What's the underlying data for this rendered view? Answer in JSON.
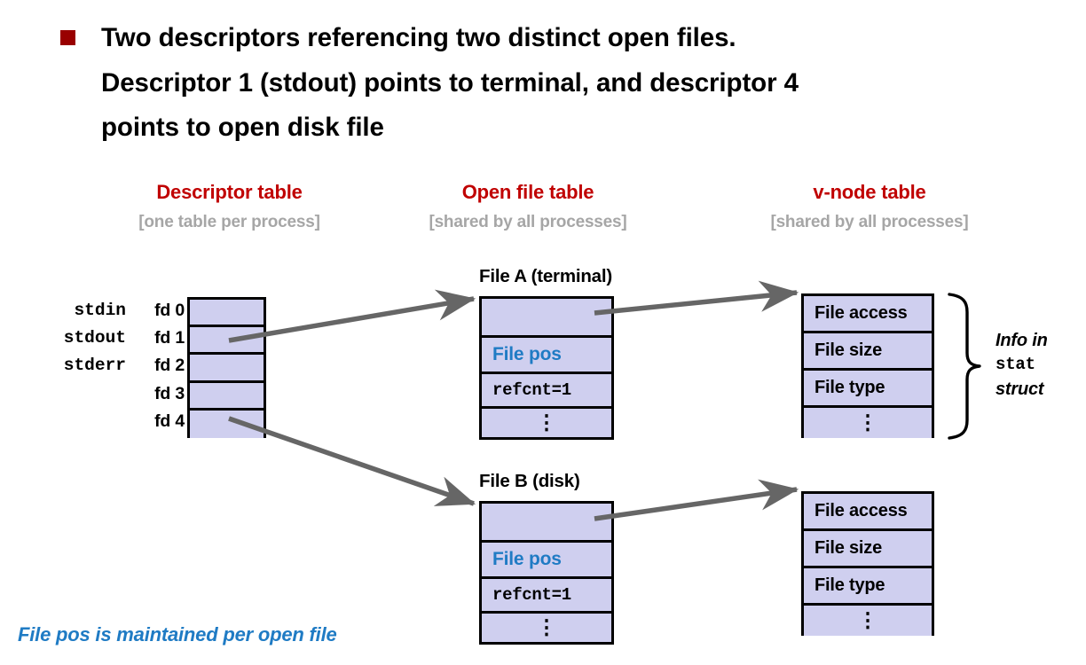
{
  "slide": {
    "bullet_color": "#990000",
    "title": "Two descriptors referencing two distinct open files.\nDescriptor 1 (stdout) points to terminal, and descriptor 4\npoints to open disk file",
    "bottom_note": "File pos is maintained per open file",
    "bottom_note_color": "#1F7BC4"
  },
  "headings": {
    "descriptor": {
      "title": "Descriptor table",
      "subtitle": "[one table per process]"
    },
    "openfile": {
      "title": "Open file table",
      "subtitle": "[shared by all processes]"
    },
    "vnode": {
      "title": "v-node table",
      "subtitle": "[shared by all processes]"
    },
    "title_color": "#C00000",
    "subtitle_color": "#A6A6A6"
  },
  "descriptor_table": {
    "rows": [
      {
        "stream": "stdin",
        "fd": "fd 0"
      },
      {
        "stream": "stdout",
        "fd": "fd 1"
      },
      {
        "stream": "stderr",
        "fd": "fd 2"
      },
      {
        "stream": "",
        "fd": "fd 3"
      },
      {
        "stream": "",
        "fd": "fd 4"
      }
    ]
  },
  "open_files": [
    {
      "caption": "File A (terminal)",
      "file_pos_label": "File pos",
      "refcnt_label": "refcnt=1",
      "ellipsis": "⋮"
    },
    {
      "caption": "File B (disk)",
      "file_pos_label": "File pos",
      "refcnt_label": "refcnt=1",
      "ellipsis": "⋮"
    }
  ],
  "vnode_tables": [
    {
      "rows": [
        "File access",
        "File size",
        "File type"
      ],
      "ellipsis": "⋮"
    },
    {
      "rows": [
        "File access",
        "File size",
        "File type"
      ],
      "ellipsis": "⋮"
    }
  ],
  "stat_note": {
    "line1": "Info in",
    "line2": "stat",
    "line3": "struct"
  },
  "colors": {
    "cell_fill": "#CFCFEF",
    "border": "#000000",
    "arrow": "#666666",
    "file_pos": "#1F7BC4"
  }
}
